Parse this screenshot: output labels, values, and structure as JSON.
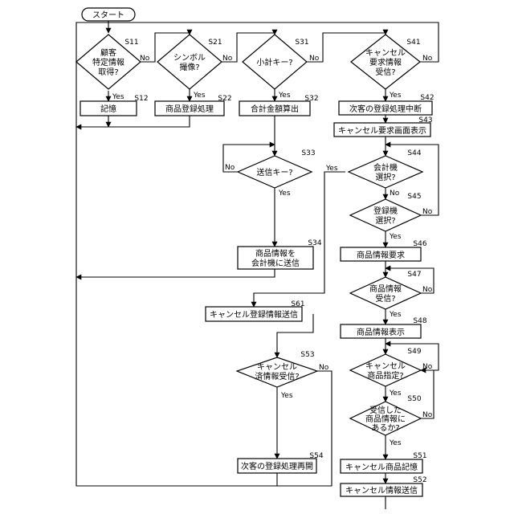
{
  "start": {
    "label": "スタート"
  },
  "columns": {
    "customer": {
      "decision": {
        "lines": [
          "顧客",
          "特定情報",
          "取得?"
        ],
        "step": "S11"
      },
      "process": {
        "label": "記憶",
        "step": "S12"
      }
    },
    "symbol": {
      "decision": {
        "lines": [
          "シンボル",
          "撮像?"
        ],
        "step": "S21"
      },
      "process": {
        "label": "商品登録処理",
        "step": "S22"
      }
    },
    "subtotal": {
      "decision": {
        "lines": [
          "小計キー?"
        ],
        "step": "S31"
      },
      "total": {
        "label": "合計金額算出",
        "step": "S32"
      },
      "send_key": {
        "lines": [
          "送信キー?"
        ],
        "step": "S33"
      },
      "send_info": {
        "lines": [
          "商品情報を",
          "会計機に送信"
        ],
        "step": "S34"
      },
      "cancel_send": {
        "label": "キャンセル登録情報送信",
        "step": "S61"
      },
      "cancel_check": {
        "lines": [
          "キャンセル",
          "済情報受信?"
        ],
        "step": "S53"
      },
      "resume": {
        "label": "次客の登録処理再開",
        "step": "S54"
      }
    },
    "cancel": {
      "decision": {
        "lines": [
          "キャンセル",
          "要求情報",
          "受信?"
        ],
        "step": "S41"
      },
      "interrupt": {
        "label": "次客の登録処理中断",
        "step": "S42"
      },
      "screen": {
        "label": "キャンセル要求画面表示",
        "step": "S43"
      },
      "checkout_select": {
        "lines": [
          "会計機",
          "選択?"
        ],
        "step": "S44"
      },
      "register_select": {
        "lines": [
          "登録機",
          "選択?"
        ],
        "step": "S45"
      },
      "request_info": {
        "label": "商品情報要求",
        "step": "S46"
      },
      "info_received": {
        "lines": [
          "商品情報",
          "受信?"
        ],
        "step": "S47"
      },
      "show_info": {
        "label": "商品情報表示",
        "step": "S48"
      },
      "item_specified": {
        "lines": [
          "キャンセル",
          "商品指定?"
        ],
        "step": "S49"
      },
      "in_received": {
        "lines": [
          "受信した",
          "商品情報に",
          "あるか?"
        ],
        "step": "S50"
      },
      "store_item": {
        "label": "キャンセル商品記憶",
        "step": "S51"
      },
      "send_cancel": {
        "label": "キャンセル情報送信",
        "step": "S52"
      }
    }
  },
  "branch_labels": {
    "yes": "Yes",
    "no": "No"
  }
}
